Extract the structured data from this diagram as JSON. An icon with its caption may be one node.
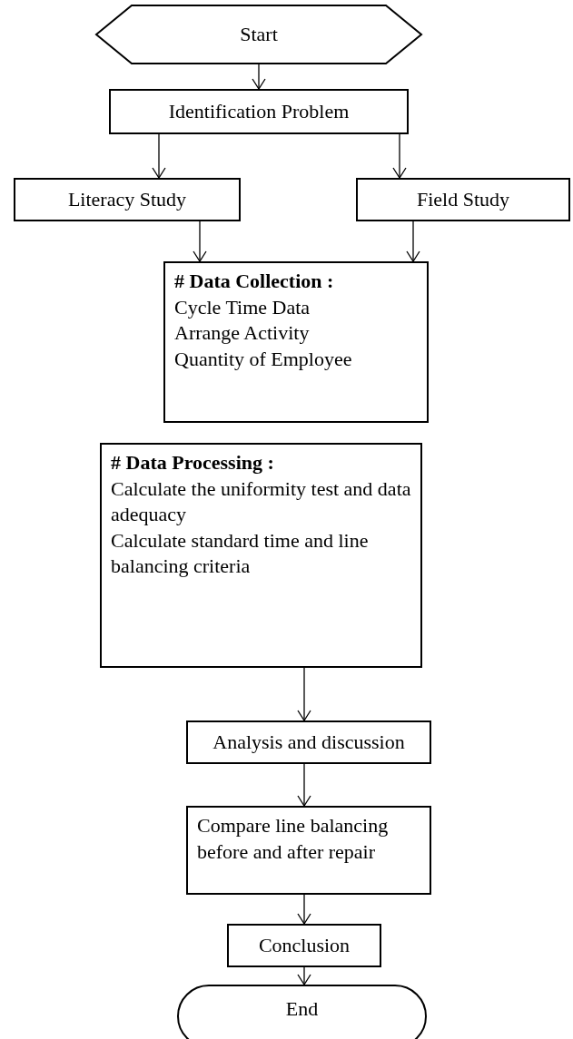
{
  "diagram": {
    "nodes": [
      {
        "text": [
          "Start"
        ]
      },
      {
        "text": [
          "Identification Problem"
        ]
      },
      {
        "text": [
          "Literacy Study"
        ]
      },
      {
        "text": [
          "Field Study"
        ]
      },
      {
        "text": [
          "# Data Collection :",
          "Cycle Time Data",
          "Arrange Activity",
          "Quantity of Employee"
        ]
      },
      {
        "text": [
          "# Data Processing :",
          "Calculate the uniformity test and data adequacy",
          "Calculate standard time and line balancing criteria"
        ]
      },
      {
        "text": [
          "Analysis and discussion"
        ]
      },
      {
        "text": [
          "Compare line balancing before and after repair"
        ]
      },
      {
        "text": [
          "Conclusion"
        ]
      },
      {
        "text": [
          "End"
        ]
      }
    ],
    "edges": [
      {
        "from": 0,
        "to": 1,
        "arrow": "to"
      },
      {
        "from": 1,
        "to": 2,
        "arrow": "to"
      },
      {
        "from": 1,
        "to": 3,
        "arrow": "to"
      },
      {
        "from": 2,
        "to": 4,
        "arrow": "to"
      },
      {
        "from": 3,
        "to": 4,
        "arrow": "to"
      },
      {
        "from": 5,
        "to": 6,
        "arrow": "to"
      },
      {
        "from": 6,
        "to": 7,
        "arrow": "to"
      },
      {
        "from": 7,
        "to": 8,
        "arrow": "to"
      },
      {
        "from": 8,
        "to": 9,
        "arrow": "to"
      }
    ]
  }
}
